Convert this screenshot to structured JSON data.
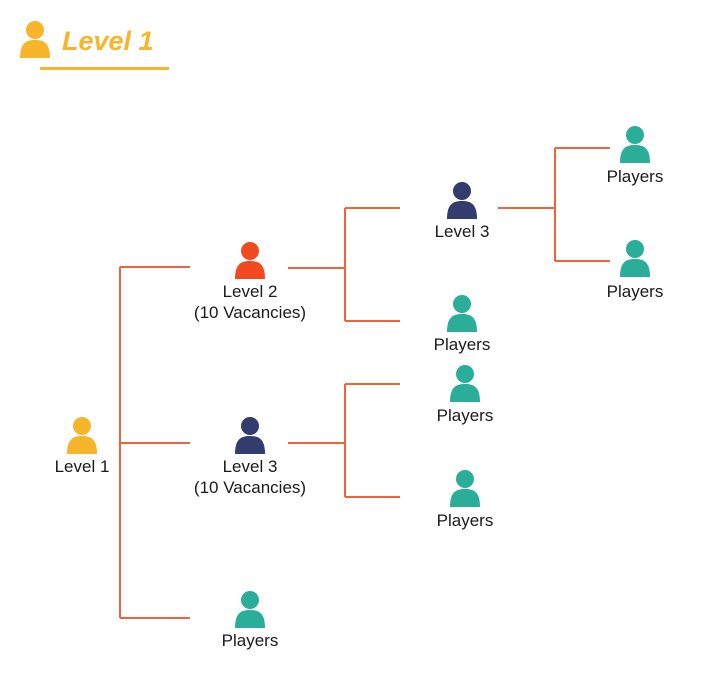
{
  "colors": {
    "connector": "#f0643c",
    "level1": "#f7b52b",
    "level2": "#f24a1e",
    "level3": "#323c6e",
    "players": "#2aae9a",
    "title": "#f7b52b"
  },
  "header": {
    "title": "Level 1",
    "icon": "person-icon"
  },
  "nodes": [
    {
      "id": "level1-root",
      "lines": [
        "Level 1"
      ],
      "role": "level1"
    },
    {
      "id": "level2-node",
      "lines": [
        "Level 2",
        "(10 Vacancies)"
      ],
      "role": "level2"
    },
    {
      "id": "level3-node-a",
      "lines": [
        "Level 3",
        "(10 Vacancies)"
      ],
      "role": "level3"
    },
    {
      "id": "players-node-root",
      "lines": [
        "Players"
      ],
      "role": "players"
    },
    {
      "id": "level3-node-b",
      "lines": [
        "Level 3"
      ],
      "role": "level3"
    },
    {
      "id": "players-node-l2",
      "lines": [
        "Players"
      ],
      "role": "players"
    },
    {
      "id": "players-node-top-1",
      "lines": [
        "Players"
      ],
      "role": "players"
    },
    {
      "id": "players-node-top-2",
      "lines": [
        "Players"
      ],
      "role": "players"
    },
    {
      "id": "players-node-l3a-1",
      "lines": [
        "Players"
      ],
      "role": "players"
    },
    {
      "id": "players-node-l3a-2",
      "lines": [
        "Players"
      ],
      "role": "players"
    }
  ]
}
